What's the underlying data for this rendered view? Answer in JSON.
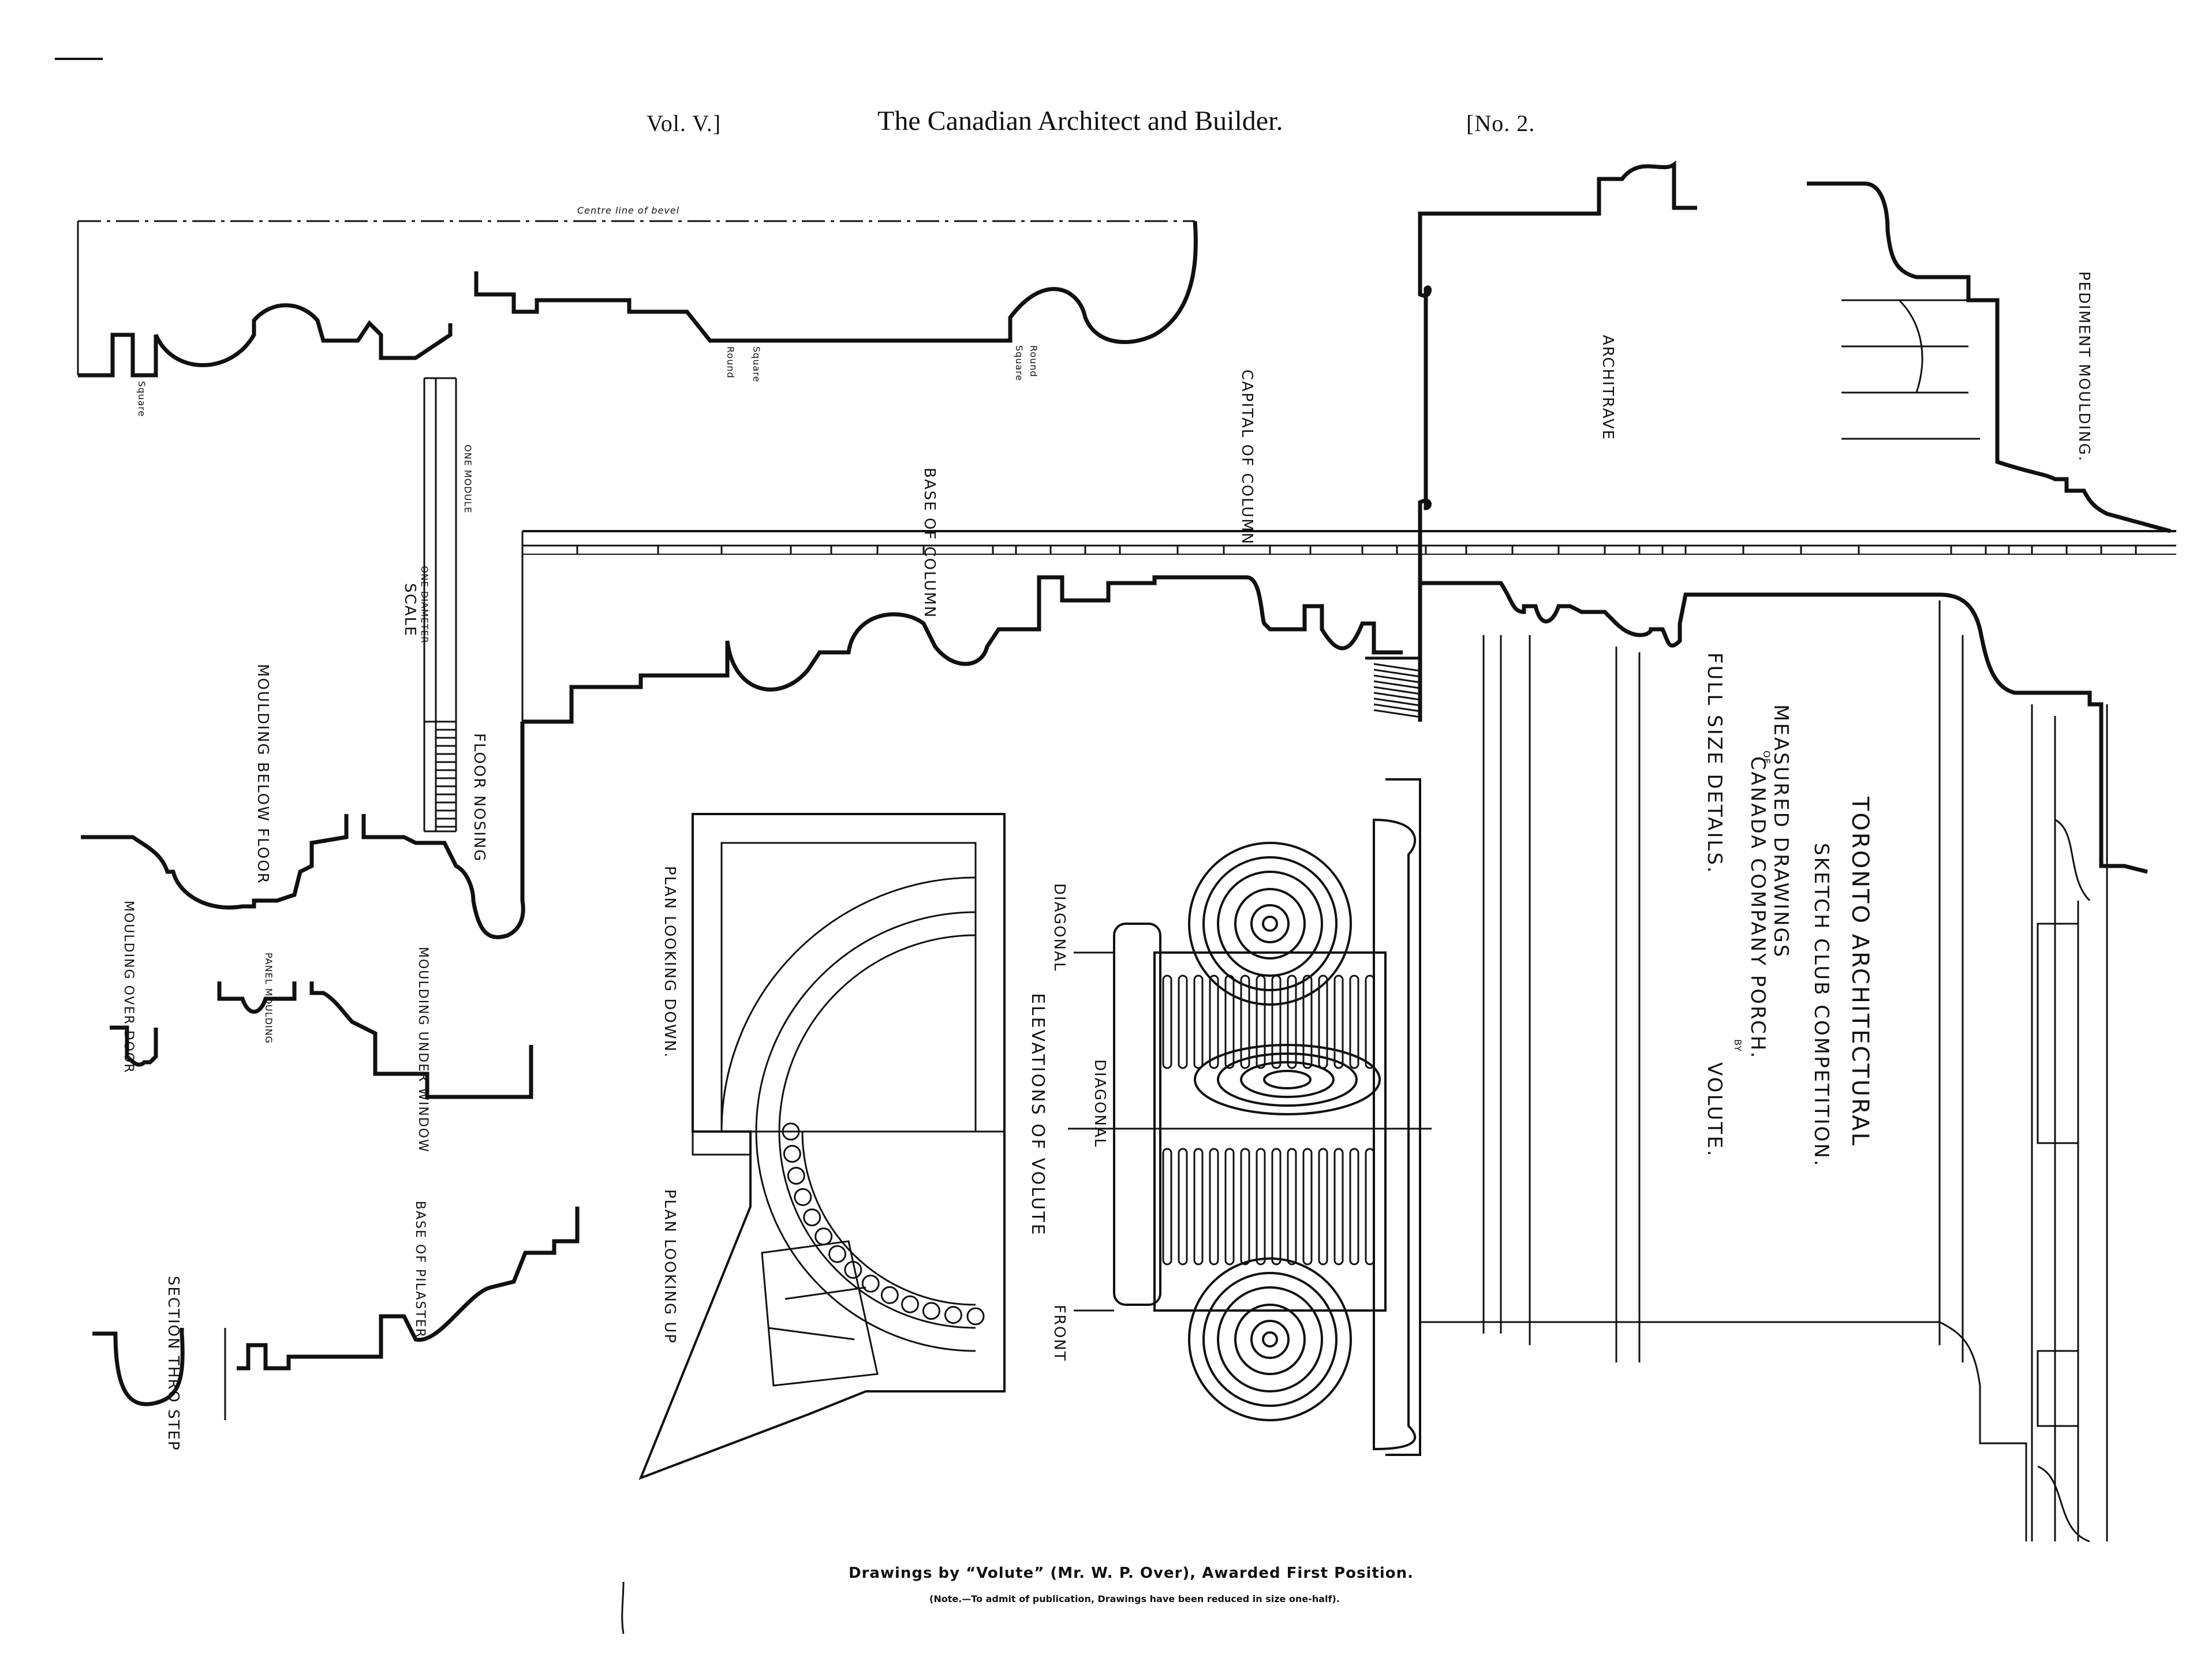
{
  "header": {
    "vol": "Vol. V.]",
    "title": "The Canadian Architect and Builder.",
    "num": "[No. 2."
  },
  "labels": {
    "centre_line": "Centre line of bevel",
    "square_1": "Square",
    "round_1": "Round",
    "square_2": "Square",
    "round_2": "Round",
    "square_3": "Square",
    "capital": "CAPITAL OF COLUMN",
    "architrave": "ARCHITRAVE",
    "pediment": "PEDIMENT MOULDING.",
    "base_column": "BASE OF COLUMN",
    "one_module": "ONE MODULE",
    "one_diameter": "ONE DIAMETER",
    "scale": "SCALE",
    "floor_nosing": "FLOOR NOSING",
    "moulding_below_floor": "MOULDING BELOW FLOOR",
    "door_moulding": "MOULDING OVER DOOR",
    "panel_moulding": "PANEL MOULDING",
    "window_moulding": "MOULDING UNDER WINDOW",
    "base_pilaster": "BASE OF PILASTER",
    "section_step": "SECTION THRO STEP",
    "plan_down": "PLAN LOOKING DOWN.",
    "plan_up": "PLAN LOOKING UP",
    "diagonal_1": "DIAGONAL",
    "diagonal_2": "DIAGONAL",
    "front": "FRONT",
    "elevation_volute": "ELEVATIONS OF VOLUTE",
    "toronto": "TORONTO ARCHITECTURAL",
    "sketch_club": "SKETCH CLUB COMPETITION.",
    "measured": "MEASURED DRAWINGS",
    "of": "OF",
    "canada_company": "CANADA COMPANY PORCH.",
    "full_size": "FULL SIZE DETAILS.",
    "by": "BY",
    "volute": "VOLUTE."
  },
  "footer": {
    "caption": "Drawings by “Volute” (Mr. W. P. Over), Awarded First Position.",
    "note": "(Note.—To admit of publication, Drawings have been reduced in size one-half)."
  },
  "ink_color": "#111111",
  "paper_color": "#ffffff"
}
